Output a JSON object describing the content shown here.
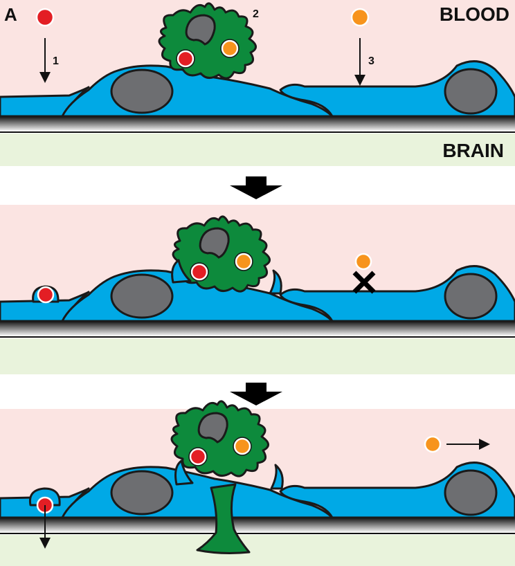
{
  "figure": {
    "panel_label": "A",
    "top_label": "BLOOD",
    "bottom_label": "BRAIN",
    "step_labels": [
      "1",
      "2",
      "3"
    ]
  },
  "colors": {
    "blood": "#fbe4e2",
    "brain": "#e9f3dc",
    "endothelium": "#00a9e6",
    "leukocyte": "#0d8a3c",
    "nucleus": "#6d6e71",
    "red_particle": "#e31e24",
    "orange_particle": "#f7941d"
  }
}
